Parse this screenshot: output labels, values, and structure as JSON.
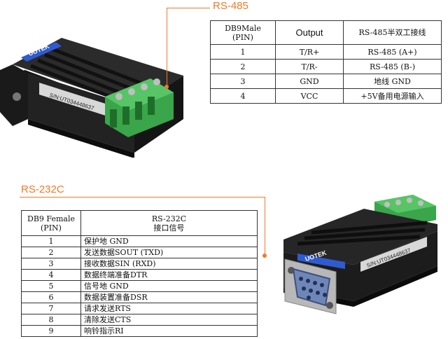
{
  "rs485": {
    "title": "RS-485",
    "headers": [
      "DB9Male\n(PIN)",
      "Output",
      "RS-485半双工接线"
    ],
    "rows": [
      [
        "1",
        "T/R+",
        "RS-485 (A+)"
      ],
      [
        "2",
        "T/R-",
        "RS-485 (B-)"
      ],
      [
        "3",
        "GND",
        "地线  GND"
      ],
      [
        "4",
        "VCC",
        "+5V备用电源输入"
      ]
    ]
  },
  "rs232": {
    "title": "RS-232C",
    "headers": [
      "DB9 Female\n(PIN)",
      "RS-232C\n接口信号"
    ],
    "rows": [
      [
        "1",
        "保护地    GND"
      ],
      [
        "2",
        "发送数据SOUT (TXD)"
      ],
      [
        "3",
        "接收数据SIN (RXD)"
      ],
      [
        "4",
        "数据终端准备DTR"
      ],
      [
        "5",
        "信号地 GND"
      ],
      [
        "6",
        "数据装置准备DSR"
      ],
      [
        "7",
        "请求发送RTS"
      ],
      [
        "8",
        "清除发送CTS"
      ],
      [
        "9",
        "响铃指示RI"
      ]
    ]
  },
  "device": {
    "brand": "UOTEK",
    "serial": "S/N:UT034448637"
  },
  "colors": {
    "accent": "#f07a2a",
    "terminal": "#3aa54a",
    "db9": "#6f86b8"
  }
}
